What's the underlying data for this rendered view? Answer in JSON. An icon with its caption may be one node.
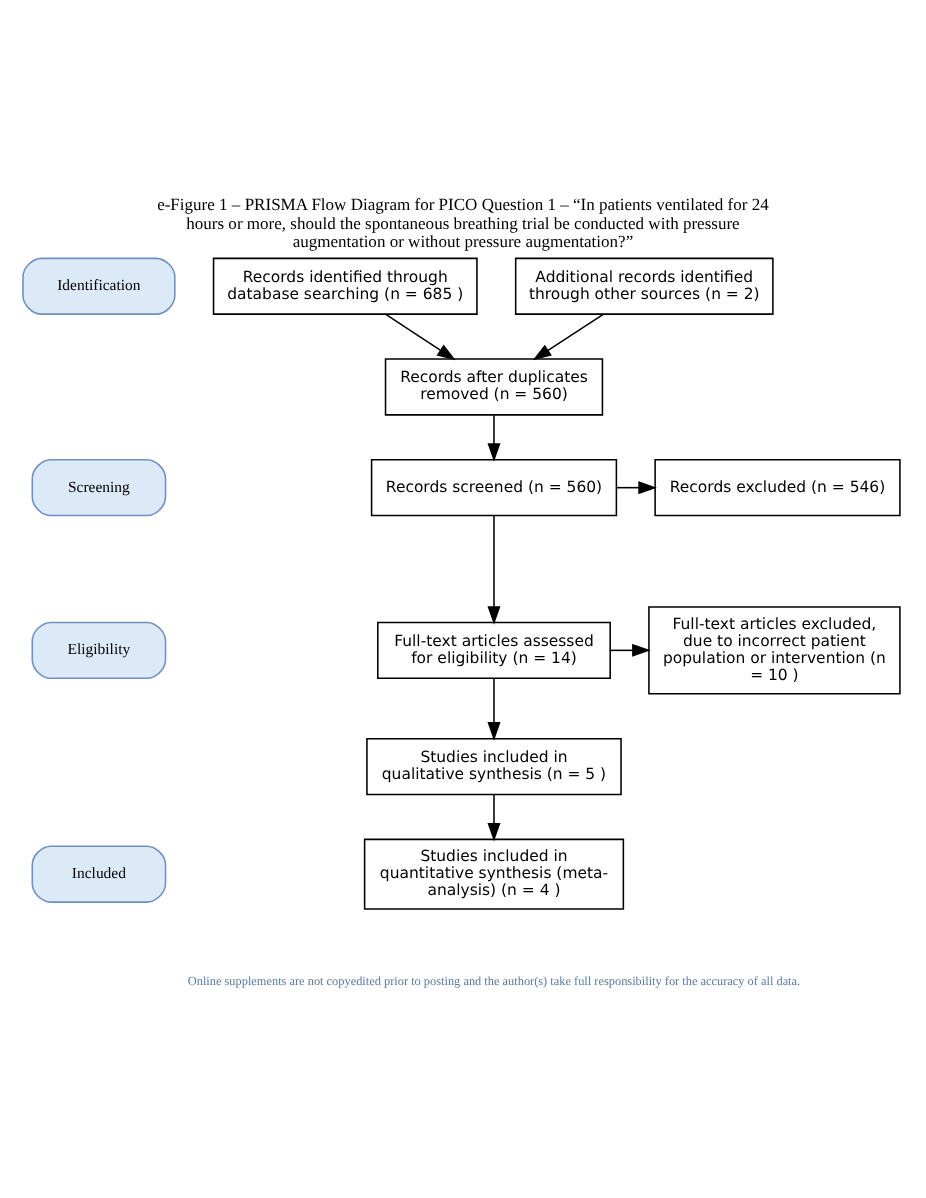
{
  "diagram": {
    "title": "e-Figure 1 – PRISMA Flow Diagram for PICO Question 1 – “In patients ventilated for 24 hours or more, should the spontaneous breathing trial be conducted with pressure augmentation or without pressure augmentation?”",
    "caption": "Online supplements are not copyedited prior to posting and the author(s) take full responsibility for the accuracy of all data.",
    "nodes": [
      {
        "text": [
          "Identification"
        ]
      },
      {
        "text": [
          "Screening"
        ]
      },
      {
        "text": [
          "Eligibility"
        ]
      },
      {
        "text": [
          "Included"
        ]
      },
      {
        "text": [
          "Records identified through database searching (n = 685 )"
        ]
      },
      {
        "text": [
          "Additional records identified through other sources (n = 2)"
        ]
      },
      {
        "text": [
          "Records after duplicates removed (n = 560)"
        ]
      },
      {
        "text": [
          "Records screened (n = 560)"
        ]
      },
      {
        "text": [
          "Records excluded (n = 546)"
        ]
      },
      {
        "text": [
          "Full-text articles assessed for eligibility (n = 14)"
        ]
      },
      {
        "text": [
          "Full-text articles excluded, due to incorrect patient population or intervention (n = 10 )"
        ]
      },
      {
        "text": [
          "Studies included in qualitative synthesis (n = 5 )"
        ]
      },
      {
        "text": [
          "Studies included in quantitative synthesis (meta-analysis) (n = 4 )"
        ]
      }
    ],
    "edges": [
      {
        "from": 4,
        "to": 6,
        "arrow": "to"
      },
      {
        "from": 5,
        "to": 6,
        "arrow": "to"
      },
      {
        "from": 6,
        "to": 7,
        "arrow": "to"
      },
      {
        "from": 7,
        "to": 8,
        "arrow": "to"
      },
      {
        "from": 7,
        "to": 9,
        "arrow": "to"
      },
      {
        "from": 9,
        "to": 10,
        "arrow": "to"
      },
      {
        "from": 9,
        "to": 11,
        "arrow": "to"
      },
      {
        "from": 11,
        "to": 12,
        "arrow": "to"
      }
    ]
  }
}
